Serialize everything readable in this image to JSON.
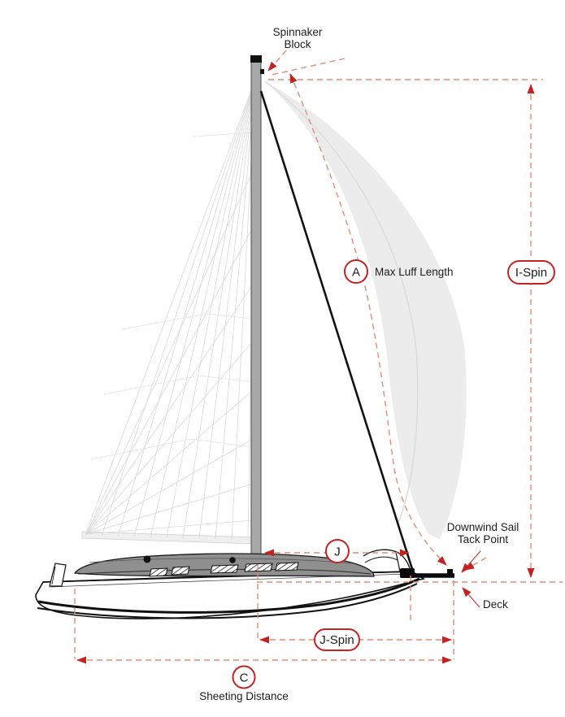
{
  "diagram": {
    "type": "sailboat-downwind-sail-measurement-diagram",
    "badges": {
      "a": "A",
      "i_spin": "I-Spin",
      "j": "J",
      "j_spin": "J-Spin",
      "c": "C"
    },
    "labels": {
      "spinnaker_block_1": "Spinnaker",
      "spinnaker_block_2": "Block",
      "max_luff": "Max Luff Length",
      "tack_1": "Downwind Sail",
      "tack_2": "Tack Point",
      "deck": "Deck",
      "sheeting": "Sheeting Distance"
    },
    "measurements": [
      {
        "symbol": "A",
        "meaning": "Max Luff Length"
      },
      {
        "symbol": "I-Spin",
        "meaning": ""
      },
      {
        "symbol": "J",
        "meaning": ""
      },
      {
        "symbol": "J-Spin",
        "meaning": ""
      },
      {
        "symbol": "C",
        "meaning": "Sheeting Distance"
      }
    ],
    "colors": {
      "dashed_line": "#e28e76",
      "arrowhead": "#c42320",
      "badge_stroke": "#c42320",
      "label_text": "#1d1d1b",
      "spinnaker_fill": "#ececec",
      "cabin_gray": "#8f8f8f",
      "mast_gray": "#a8a8a8"
    }
  }
}
